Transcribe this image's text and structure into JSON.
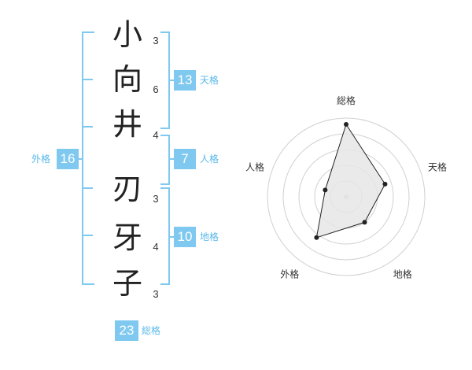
{
  "name": {
    "chars": [
      "小",
      "向",
      "井",
      "刃",
      "牙",
      "子"
    ],
    "strokes": [
      "3",
      "6",
      "4",
      "3",
      "4",
      "3"
    ]
  },
  "fortunes": {
    "tenkaku": {
      "value": "13",
      "label": "天格"
    },
    "jinkaku": {
      "value": "7",
      "label": "人格"
    },
    "chikaku": {
      "value": "10",
      "label": "地格"
    },
    "gaikaku": {
      "value": "16",
      "label": "外格"
    },
    "soukaku": {
      "value": "23",
      "label": "総格"
    }
  },
  "chart_data": {
    "type": "radar",
    "axes": [
      "総格",
      "天格",
      "地格",
      "外格",
      "人格"
    ],
    "values": [
      23,
      13,
      10,
      16,
      7
    ],
    "rings": 5
  },
  "colors": {
    "accent": "#7fc8ef",
    "radar_fill": "#e6e6e6",
    "line": "#222222"
  }
}
